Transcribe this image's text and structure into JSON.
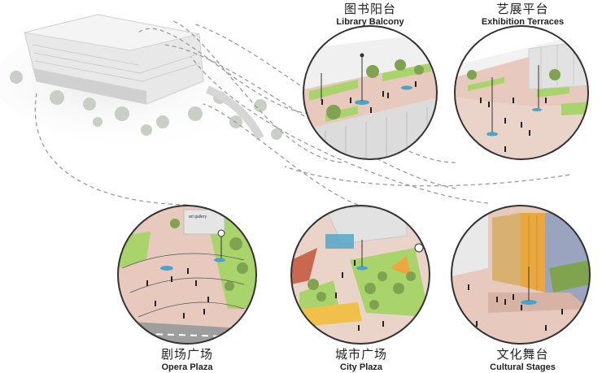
{
  "sites": {
    "library_balcony": {
      "name_zh": "图书阳台",
      "name_en": "Library Balcony"
    },
    "exhibition_terraces": {
      "name_zh": "艺展平台",
      "name_en": "Exhibition Terraces"
    },
    "opera_plaza": {
      "name_zh": "剧场广场",
      "name_en": "Opera Plaza"
    },
    "city_plaza": {
      "name_zh": "城市广场",
      "name_en": "City Plaza"
    },
    "cultural_stages": {
      "name_zh": "文化舞台",
      "name_en": "Cultural Stages"
    }
  },
  "signage": {
    "opera_gallery_sign": "art gallery"
  },
  "colors": {
    "paving": "#e7c9bd",
    "lawn": "#a9d36b",
    "water": "#4ba3c9",
    "accent_orange": "#f0a640",
    "building_gray": "#d9d9d9",
    "path_dash": "#9a9a9a",
    "circle_stroke": "#333333"
  }
}
